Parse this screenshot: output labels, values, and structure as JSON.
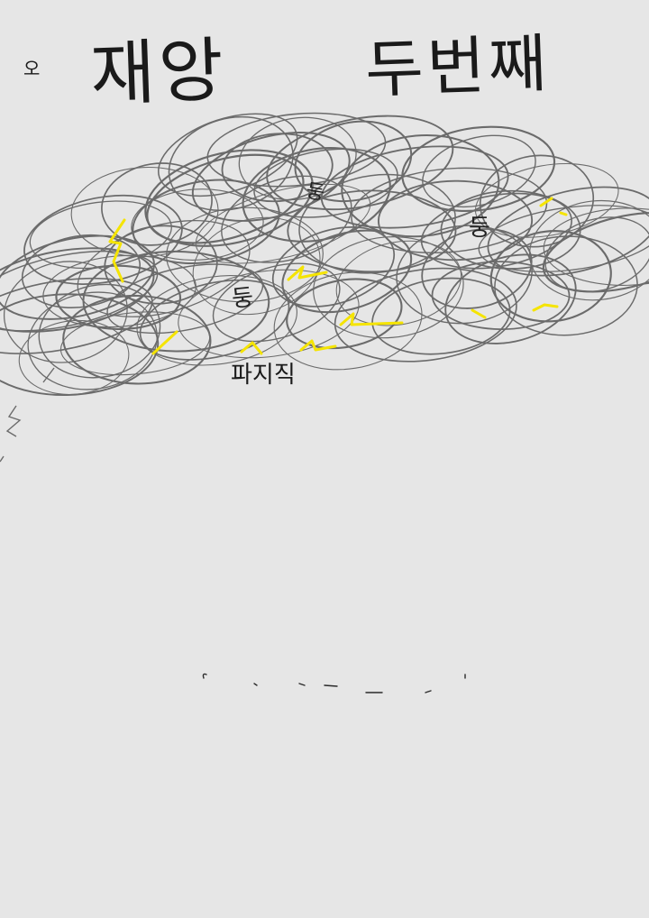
{
  "title": {
    "mark": "오",
    "word1": "재앙",
    "word2": "두번째"
  },
  "cloud_labels": {
    "a": "둥",
    "b": "둥",
    "c": "둥"
  },
  "caption": "파지직",
  "colors": {
    "background": "#e6e6e6",
    "ink": "#1a1a1a",
    "cloud_stroke": "#6b6b6b",
    "lightning": "#f5e400"
  }
}
